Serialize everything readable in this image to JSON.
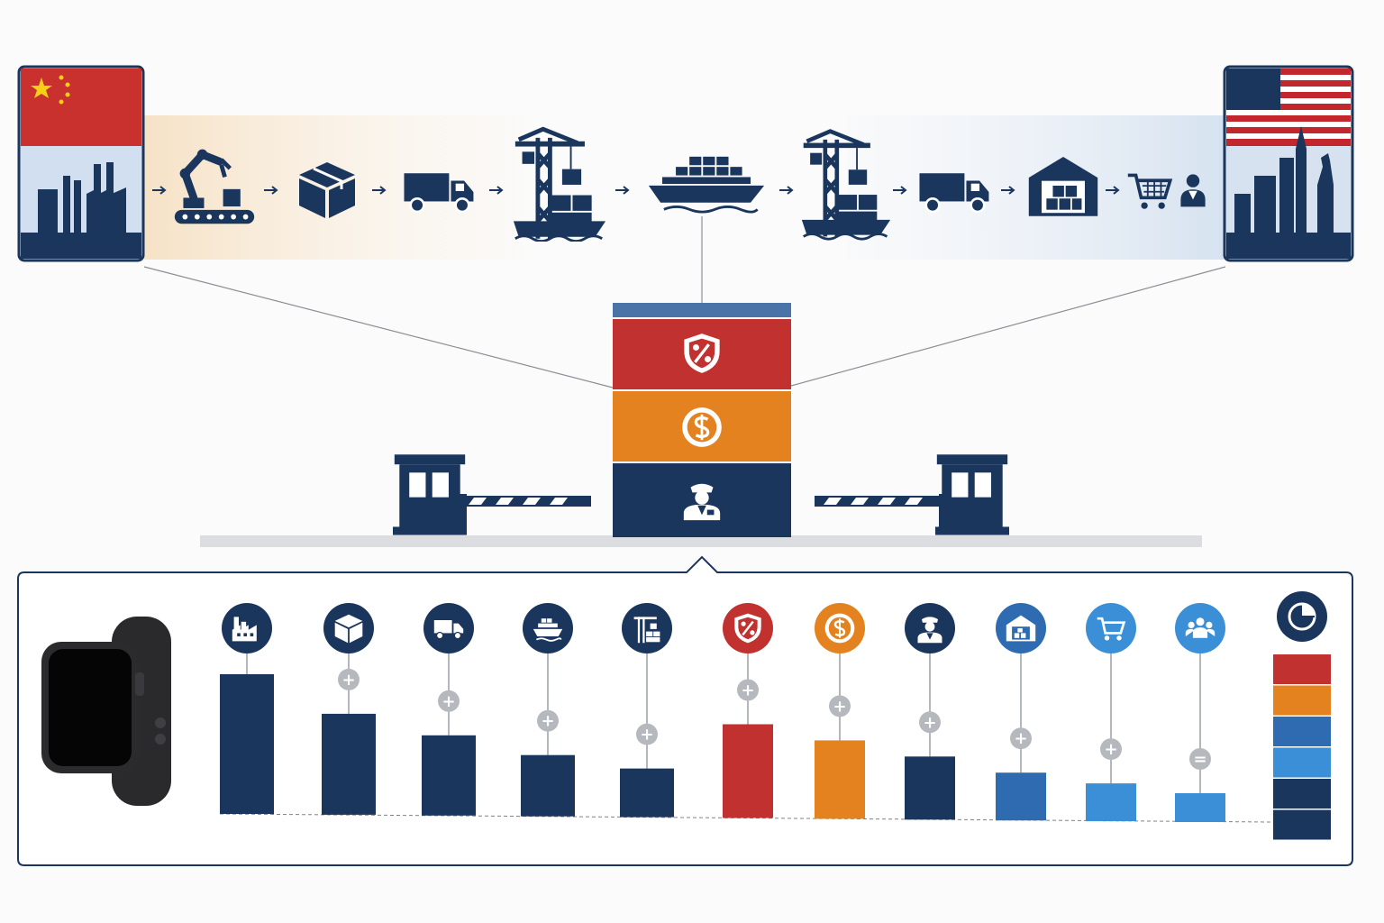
{
  "colors": {
    "navy": "#1b365d",
    "red": "#c0312f",
    "orange": "#e3821f",
    "blue": "#2e6bb0",
    "light_blue": "#3a8fd6",
    "china_red": "#c8312d",
    "star_yellow": "#f7d117",
    "us_red": "#c2272d",
    "cream_band": "#f7e7cf",
    "blue_band": "#dbe6f2"
  },
  "flow": {
    "origin": "china-flag-factory",
    "destination": "usa-flag-skyline",
    "steps": [
      {
        "name": "manufacturing",
        "icon": "robot-arm-icon"
      },
      {
        "name": "packaging",
        "icon": "box-icon"
      },
      {
        "name": "trucking",
        "icon": "truck-icon"
      },
      {
        "name": "export-port",
        "icon": "port-crane-icon"
      },
      {
        "name": "ocean-freight",
        "icon": "cargo-ship-icon"
      },
      {
        "name": "import-port",
        "icon": "port-crane-icon"
      },
      {
        "name": "trucking",
        "icon": "truck-icon"
      },
      {
        "name": "warehouse",
        "icon": "warehouse-icon"
      },
      {
        "name": "retail",
        "icon": "shopping-cart-icon"
      },
      {
        "name": "consumer",
        "icon": "person-icon"
      }
    ]
  },
  "border_stack": [
    {
      "name": "tariff",
      "icon": "percent-shield-icon"
    },
    {
      "name": "fees",
      "icon": "dollar-coin-icon"
    },
    {
      "name": "customs",
      "icon": "customs-officer-icon"
    }
  ],
  "chart_data": {
    "type": "bar",
    "categories": [
      "factory",
      "packaging",
      "trucking",
      "ocean-freight",
      "port",
      "tariff",
      "fees",
      "customs",
      "warehouse",
      "retail",
      "consumer"
    ],
    "icons": [
      "factory-icon",
      "box-icon",
      "truck-icon",
      "cargo-ship-icon",
      "port-crane-icon",
      "percent-shield-icon",
      "dollar-coin-icon",
      "customs-officer-icon",
      "warehouse-icon",
      "shopping-cart-icon",
      "people-icon"
    ],
    "operators": [
      "",
      "+",
      "+",
      "+",
      "+",
      "+",
      "+",
      "+",
      "+",
      "+",
      "="
    ],
    "values": [
      155,
      112,
      89,
      68,
      54,
      104,
      87,
      70,
      53,
      42,
      32
    ],
    "value_units": "relative",
    "bar_colors": [
      "navy",
      "navy",
      "navy",
      "navy",
      "navy",
      "red",
      "orange",
      "navy",
      "blue",
      "light_blue",
      "light_blue"
    ],
    "total_icon": "pie-chart-icon",
    "total_stack": [
      "red",
      "orange",
      "blue",
      "light_blue",
      "navy",
      "navy"
    ],
    "product": "smartwatch"
  }
}
